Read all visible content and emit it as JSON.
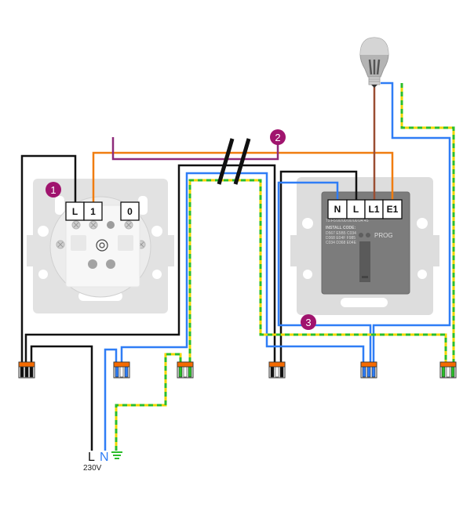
{
  "diagram": {
    "title": "Wiring diagram: switch with smart switching module and lamp",
    "colors": {
      "live": "#111111",
      "neutral": "#2f7df6",
      "switched": "#f07d10",
      "traveller": "#8e2a7a",
      "lamp_feed": "#9a4e32",
      "earth_yellow": "#f2d600",
      "earth_green": "#2bbd2b",
      "badge": "#a0146e",
      "connector_top": "#f56a00",
      "plate": "#dcdcdc",
      "module": "#7c7c7c"
    },
    "switch": {
      "name": "Mechanical switch",
      "badge": "1",
      "terminals": [
        "L",
        "1",
        "0"
      ]
    },
    "module": {
      "name": "Smart switching module",
      "badge": "3",
      "terminals": [
        "N",
        "L",
        "L1",
        "E1"
      ],
      "text_line1": "75:F5:00:00:00:00:04:45",
      "install_code_label": "INSTALL CODE:",
      "install_code_lines": [
        "D567 E5B5 C034",
        "D368 E04F F985",
        "C034 D368 E04E"
      ],
      "prog_label": "PROG"
    },
    "traveller_wire": {
      "badge": "2"
    },
    "supply": {
      "live_label": "L",
      "neutral_label": "N",
      "earth_symbol": "earth",
      "voltage": "230V"
    },
    "lamp": {
      "name": "LED bulb"
    },
    "connectors": [
      {
        "name": "live-connector-left",
        "wires": 3
      },
      {
        "name": "neutral-connector-left",
        "wires": 3
      },
      {
        "name": "earth-connector-left",
        "wires": 3
      },
      {
        "name": "live-connector-right",
        "wires": 3
      },
      {
        "name": "neutral-connector-right",
        "wires": 3
      },
      {
        "name": "earth-connector-right",
        "wires": 3
      }
    ]
  }
}
